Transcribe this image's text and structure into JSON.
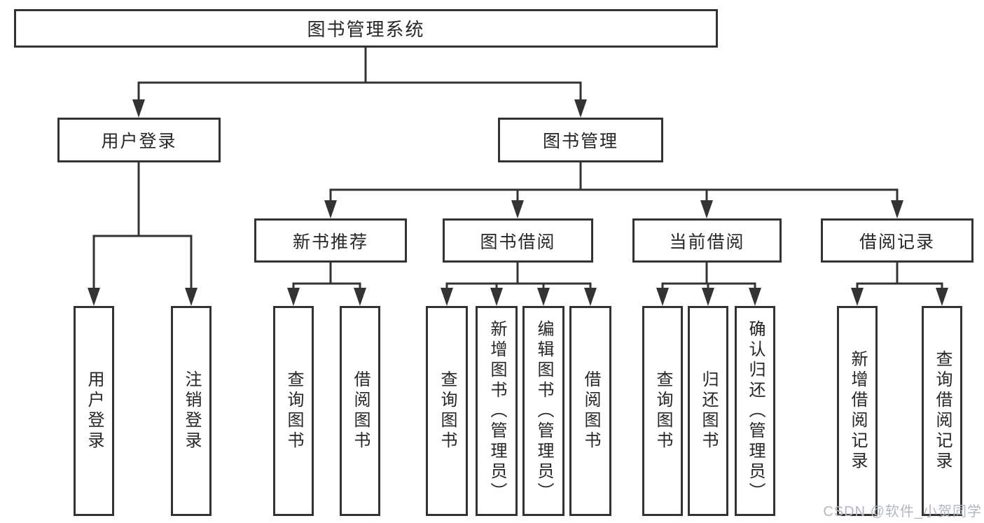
{
  "colors": {
    "line": "#333333",
    "text": "#262626",
    "background": "#ffffff",
    "watermark": "#b3b8bf"
  },
  "diagram": {
    "root": {
      "label": "图书管理系统"
    },
    "level2": [
      {
        "label": "用户登录"
      },
      {
        "label": "图书管理"
      }
    ],
    "level3": [
      {
        "label": "新书推荐"
      },
      {
        "label": "图书借阅"
      },
      {
        "label": "当前借阅"
      },
      {
        "label": "借阅记录"
      }
    ],
    "leaves": [
      {
        "label": "用户登录"
      },
      {
        "label": "注销登录"
      },
      {
        "label": "查询图书"
      },
      {
        "label": "借阅图书"
      },
      {
        "label": "查询图书"
      },
      {
        "label": "新增图书（管理员）"
      },
      {
        "label": "编辑图书（管理员）"
      },
      {
        "label": "借阅图书"
      },
      {
        "label": "查询图书"
      },
      {
        "label": "归还图书"
      },
      {
        "label": "确认归还（管理员）"
      },
      {
        "label": "新增借阅记录"
      },
      {
        "label": "查询借阅记录"
      }
    ]
  },
  "watermark": {
    "text": "CSDN @软件_小贺同学"
  }
}
